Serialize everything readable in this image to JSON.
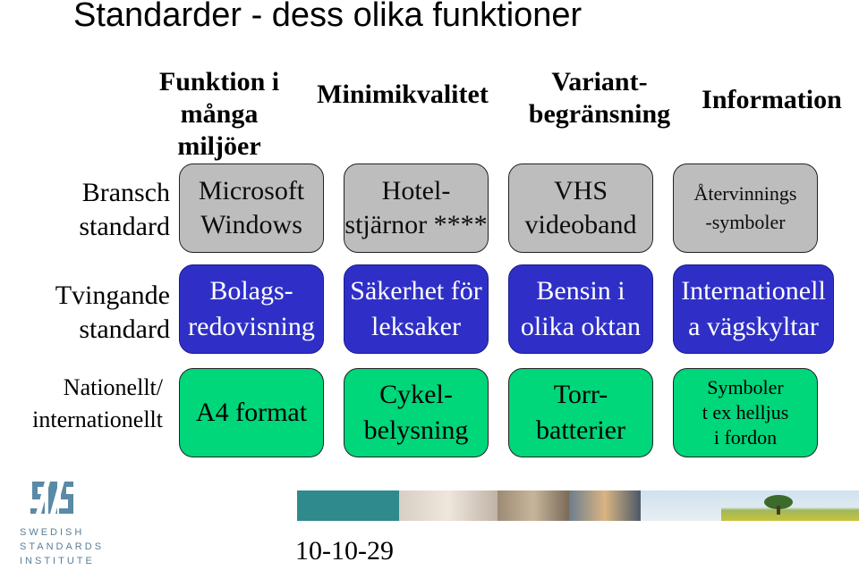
{
  "title": "Standarder - dess olika funktioner",
  "columns": [
    "Funktion i\nmånga\nmiljöer",
    "Minimikvalitet",
    "Variant-\nbegränsning",
    "Information"
  ],
  "rows": [
    "Bransch\nstandard",
    "Tvingande\nstandard",
    "Nationellt/\ninternationellt"
  ],
  "cells": [
    [
      "Microsoft\nWindows",
      "Hotel-\nstjärnor ****",
      "VHS\nvideoband",
      "Återvinnings\n-symboler"
    ],
    [
      "Bolags-\nredovisning",
      "Säkerhet för\nleksaker",
      "Bensin i\nolika oktan",
      "Internationell\na vägskyltar"
    ],
    [
      "A4 format",
      "Cykel-\nbelysning",
      "Torr-\nbatterier",
      "Symboler\nt ex helljus\ni fordon"
    ]
  ],
  "colors": {
    "row1": "#bdbdbd",
    "row2": "#2f2fc8",
    "row3": "#00d67a"
  },
  "logo": {
    "text_line1": "SWEDISH",
    "text_line2": "STANDARDS",
    "text_line3": "INSTITUTE"
  },
  "date": "10-10-29"
}
